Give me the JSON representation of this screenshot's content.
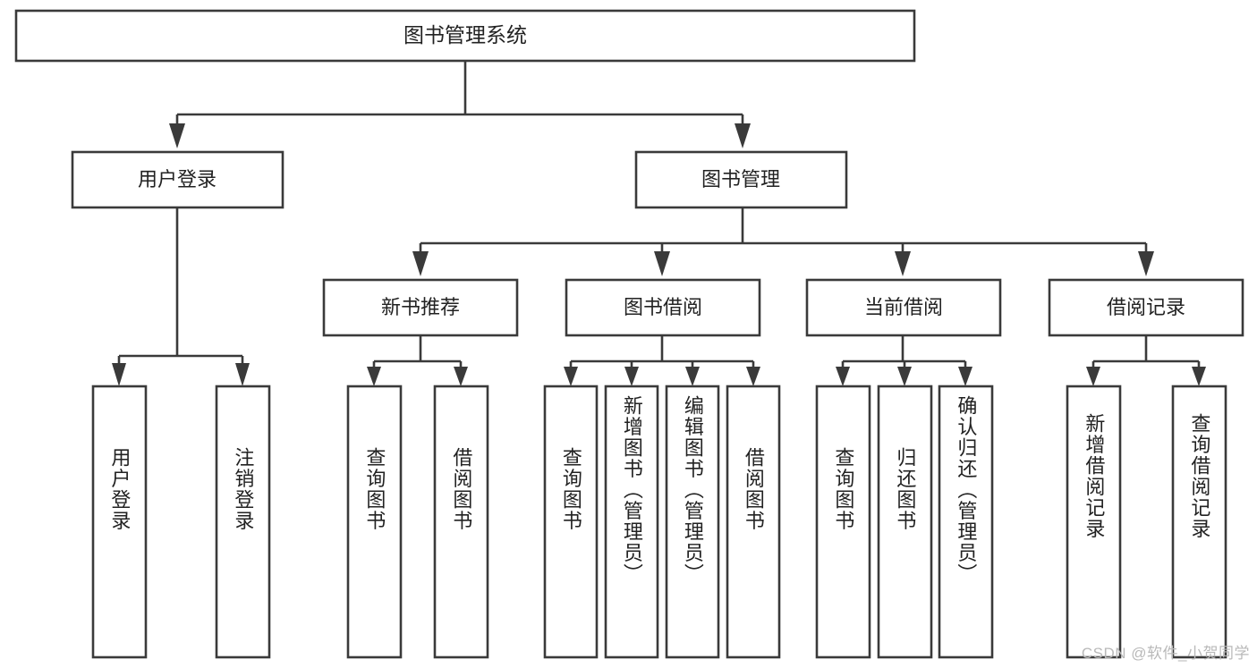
{
  "diagram": {
    "title_node": {
      "label": "图书管理系统"
    },
    "level1": [
      {
        "id": "user-login",
        "label": "用户登录"
      },
      {
        "id": "book-manage",
        "label": "图书管理"
      }
    ],
    "level2": [
      {
        "id": "new-book-recommend",
        "label": "新书推荐"
      },
      {
        "id": "book-borrow",
        "label": "图书借阅"
      },
      {
        "id": "current-borrow",
        "label": "当前借阅"
      },
      {
        "id": "borrow-record",
        "label": "借阅记录"
      }
    ],
    "leaves": [
      {
        "id": "leaf-user-login",
        "label": "用户登录",
        "parent": "user-login"
      },
      {
        "id": "leaf-logout",
        "label": "注销登录",
        "parent": "user-login"
      },
      {
        "id": "leaf-query-book-1",
        "label": "查询图书",
        "parent": "new-book-recommend"
      },
      {
        "id": "leaf-borrow-book-1",
        "label": "借阅图书",
        "parent": "new-book-recommend"
      },
      {
        "id": "leaf-query-book-2",
        "label": "查询图书",
        "parent": "book-borrow"
      },
      {
        "id": "leaf-add-book",
        "label": "新增图书（管理员）",
        "parent": "book-borrow"
      },
      {
        "id": "leaf-edit-book",
        "label": "编辑图书（管理员）",
        "parent": "book-borrow"
      },
      {
        "id": "leaf-borrow-book-2",
        "label": "借阅图书",
        "parent": "book-borrow"
      },
      {
        "id": "leaf-query-book-3",
        "label": "查询图书",
        "parent": "current-borrow"
      },
      {
        "id": "leaf-return-book",
        "label": "归还图书",
        "parent": "current-borrow"
      },
      {
        "id": "leaf-confirm-return",
        "label": "确认归还（管理员）",
        "parent": "current-borrow"
      },
      {
        "id": "leaf-add-record",
        "label": "新增借阅记录",
        "parent": "borrow-record"
      },
      {
        "id": "leaf-query-record",
        "label": "查询借阅记录",
        "parent": "borrow-record"
      }
    ],
    "colors": {
      "stroke": "#3a3a3a",
      "box_fill": "#ffffff",
      "text": "#222222",
      "background": "#ffffff",
      "watermark": "#b9b9b9"
    }
  },
  "watermark": {
    "text": "CSDN @软件_小贺同学"
  }
}
